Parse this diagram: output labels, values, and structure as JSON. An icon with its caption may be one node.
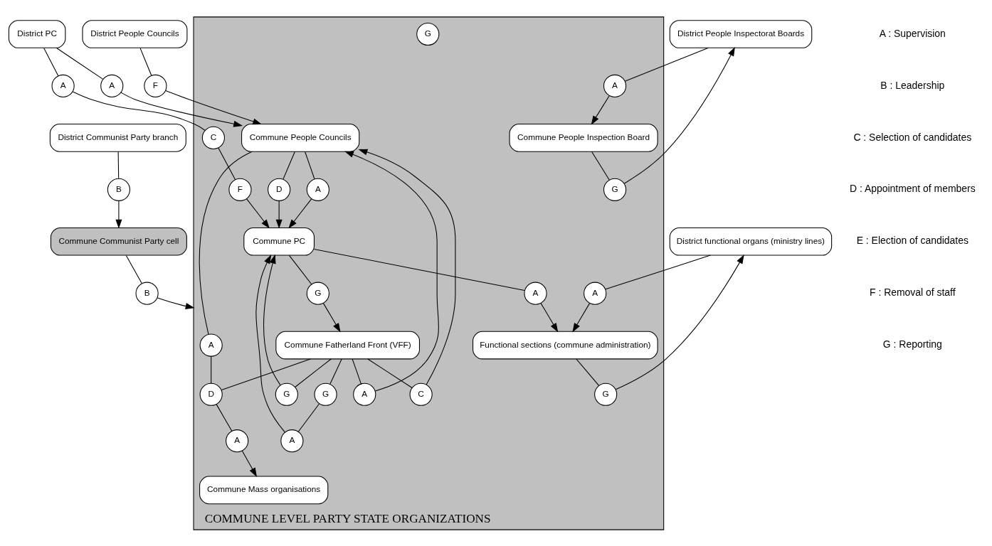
{
  "diagram": {
    "nodes": [
      {
        "text": [
          "District functional organs (ministry lines)"
        ]
      },
      {
        "text": [
          "District PC"
        ]
      },
      {
        "text": [
          "District People Councils"
        ]
      },
      {
        "text": [
          "District People Inspectorat Boards"
        ]
      },
      {
        "text": [
          "District Communist Party branch"
        ]
      },
      {
        "text": [
          "COMMUNE LEVEL PARTY STATE ORGANIZATIONS"
        ]
      },
      {
        "text": [
          "Functional sections (commune administration)"
        ],
        "in": 5
      },
      {
        "text": [
          "Commune PC"
        ],
        "in": 5
      },
      {
        "text": [
          "Commune People Councils"
        ],
        "in": 5
      },
      {
        "text": [
          "Commune Fatherland Front (VFF)"
        ],
        "in": 5
      },
      {
        "text": [
          "Commune People Inspection Board"
        ],
        "in": 5
      },
      {
        "text": [
          "Commune Mass organisations"
        ],
        "in": 5
      },
      {
        "text": [
          "Commune Communist Party cell"
        ]
      },
      {
        "text": [
          "A"
        ]
      },
      {
        "text": [
          "F"
        ]
      },
      {
        "text": [
          "A"
        ]
      },
      {
        "text": [
          "A"
        ],
        "in": 5
      },
      {
        "text": [
          "G"
        ],
        "in": 5
      },
      {
        "text": [
          "C"
        ],
        "in": 5
      },
      {
        "text": [
          "G"
        ],
        "in": 5
      },
      {
        "text": [
          "B"
        ]
      },
      {
        "text": [
          "F"
        ],
        "in": 5
      },
      {
        "text": [
          "A"
        ],
        "in": 5
      },
      {
        "text": [
          "A"
        ],
        "in": 5
      },
      {
        "text": [
          "C"
        ],
        "in": 5
      },
      {
        "text": [
          "G"
        ],
        "in": 5
      },
      {
        "text": [
          "A"
        ],
        "in": 5
      },
      {
        "text": [
          "G"
        ],
        "in": 5
      },
      {
        "text": [
          "G"
        ],
        "in": 5
      },
      {
        "text": [
          "D"
        ],
        "in": 5
      },
      {
        "text": [
          "A"
        ],
        "in": 5
      },
      {
        "text": [
          "G"
        ],
        "in": 5
      },
      {
        "text": [
          "A"
        ],
        "in": 5
      },
      {
        "text": [
          "B"
        ]
      },
      {
        "text": [
          "A"
        ],
        "in": 5
      },
      {
        "text": [
          "D"
        ],
        "in": 5
      },
      {
        "text": [
          "A"
        ],
        "in": 5
      }
    ],
    "edges": [
      {
        "from": 0,
        "to": 16,
        "arrow": "none"
      },
      {
        "from": 16,
        "to": 6,
        "arrow": "to"
      },
      {
        "from": 6,
        "to": 17,
        "arrow": "none"
      },
      {
        "from": 17,
        "to": 0,
        "arrow": "to"
      },
      {
        "from": 1,
        "to": 15,
        "arrow": "none"
      },
      {
        "from": 15,
        "to": 18,
        "arrow": "none"
      },
      {
        "from": 18,
        "to": 21,
        "arrow": "none"
      },
      {
        "from": 21,
        "to": 7,
        "arrow": "to"
      },
      {
        "from": 1,
        "to": 13,
        "arrow": "none"
      },
      {
        "from": 13,
        "to": 8,
        "arrow": "to"
      },
      {
        "from": 2,
        "to": 14,
        "arrow": "none"
      },
      {
        "from": 14,
        "to": 8,
        "arrow": "to"
      },
      {
        "from": 3,
        "to": 30,
        "arrow": "none"
      },
      {
        "from": 30,
        "to": 10,
        "arrow": "to"
      },
      {
        "from": 10,
        "to": 19,
        "arrow": "none"
      },
      {
        "from": 19,
        "to": 3,
        "arrow": "to"
      },
      {
        "from": 4,
        "to": 20,
        "arrow": "none"
      },
      {
        "from": 20,
        "to": 12,
        "arrow": "to"
      },
      {
        "from": 12,
        "to": 33,
        "arrow": "none"
      },
      {
        "from": 33,
        "to": 5,
        "arrow": "to"
      },
      {
        "from": 8,
        "to": 22,
        "arrow": "none"
      },
      {
        "from": 22,
        "to": 35,
        "arrow": "none"
      },
      {
        "from": 9,
        "to": 35,
        "arrow": "none"
      },
      {
        "from": 35,
        "to": 36,
        "arrow": "none"
      },
      {
        "from": 36,
        "to": 11,
        "arrow": "to"
      },
      {
        "from": 9,
        "to": 23,
        "arrow": "none"
      },
      {
        "from": 23,
        "to": 8,
        "arrow": "to"
      },
      {
        "from": 9,
        "to": 24,
        "arrow": "none"
      },
      {
        "from": 24,
        "to": 8,
        "arrow": "to"
      },
      {
        "from": 8,
        "to": 26,
        "arrow": "none"
      },
      {
        "from": 26,
        "to": 7,
        "arrow": "to"
      },
      {
        "from": 8,
        "to": 29,
        "arrow": "none"
      },
      {
        "from": 29,
        "to": 7,
        "arrow": "to"
      },
      {
        "from": 7,
        "to": 27,
        "arrow": "none"
      },
      {
        "from": 27,
        "to": 9,
        "arrow": "to"
      },
      {
        "from": 9,
        "to": 28,
        "arrow": "none"
      },
      {
        "from": 28,
        "to": 7,
        "arrow": "to"
      },
      {
        "from": 9,
        "to": 31,
        "arrow": "none"
      },
      {
        "from": 31,
        "to": 32,
        "arrow": "none"
      },
      {
        "from": 32,
        "to": 7,
        "arrow": "to"
      },
      {
        "from": 7,
        "to": 34,
        "arrow": "none"
      },
      {
        "from": 34,
        "to": 6,
        "arrow": "to"
      }
    ],
    "labels": [
      "A : Supervision",
      "B : Leadership",
      "C : Selection of candidates",
      "D : Appointment of members",
      "E : Election of candidates",
      "F : Removal of staff",
      "G : Reporting"
    ]
  }
}
